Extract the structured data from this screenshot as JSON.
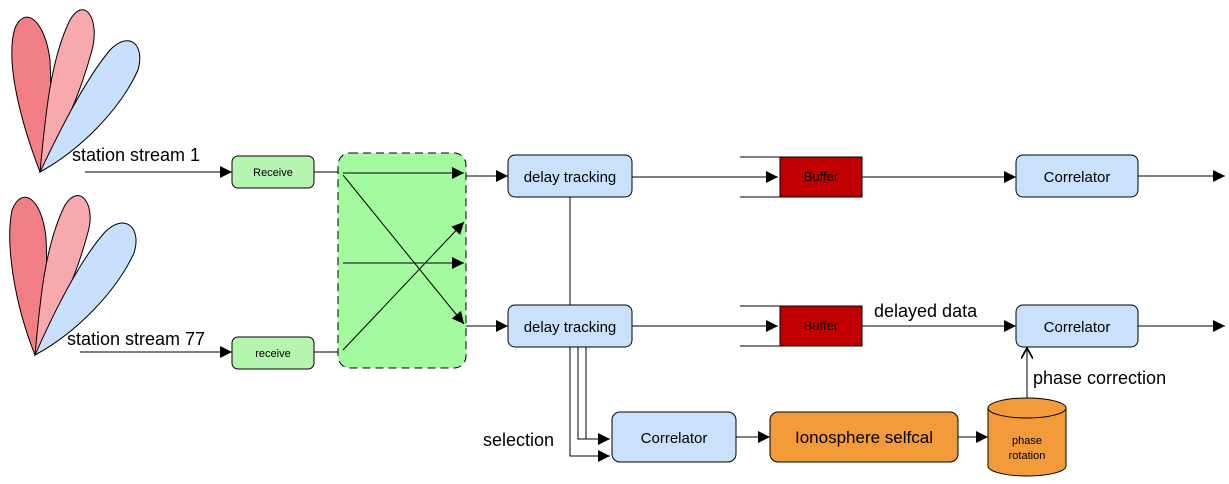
{
  "labels": {
    "station_stream_1": "station stream 1",
    "station_stream_77": "station stream 77",
    "delayed_data": "delayed data",
    "phase_correction": "phase correction",
    "selection": "selection"
  },
  "boxes": {
    "receive_1": "Receive",
    "receive_77": "receive",
    "delay_tracking_1": "delay tracking",
    "delay_tracking_2": "delay tracking",
    "buffer_1": "Buffer",
    "buffer_2": "Buffer",
    "correlator_1": "Correlator",
    "correlator_2": "Correlator",
    "correlator_3": "Correlator",
    "ionosphere_selfcal": "Ionosphere selfcal",
    "phase_rotation_line1": "phase",
    "phase_rotation_line2": "rotation"
  },
  "colors": {
    "green_box": "#b6f5b0",
    "green_switch": "#a3fa9f",
    "blue_box": "#c9e1fb",
    "buffer_red": "#c00000",
    "orange": "#f39a3a",
    "beam_red": "#f27f86",
    "beam_pink": "#f7a9ad",
    "beam_blue": "#c8e0fb"
  }
}
